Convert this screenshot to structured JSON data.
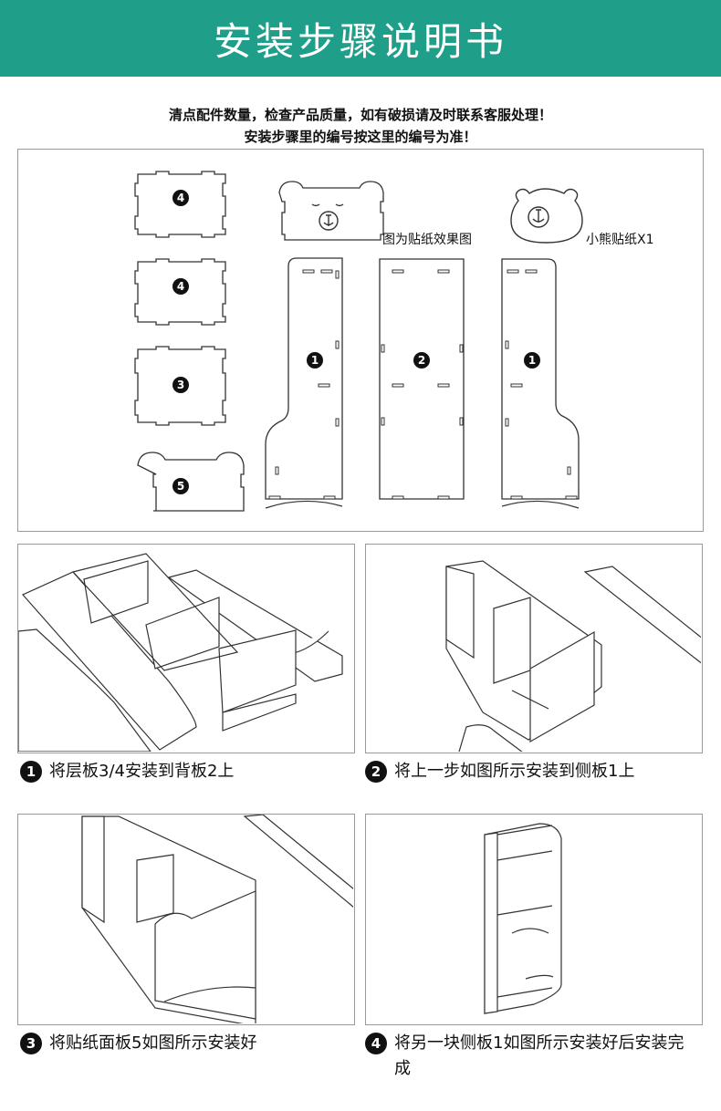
{
  "header": {
    "title": "安装步骤说明书"
  },
  "notice": {
    "line1": "清点配件数量，检查产品质量，如有破损请及时联系客服处理！",
    "line2": "安装步骤里的编号按这里的编号为准！"
  },
  "parts": {
    "panel_numbers": [
      "4",
      "4",
      "3",
      "5",
      "1",
      "2",
      "1"
    ],
    "sticker_effect_label": "图为贴纸效果图",
    "bear_sticker_label": "小熊贴纸X1"
  },
  "steps": [
    {
      "num": "1",
      "text": "将层板3/4安装到背板2上"
    },
    {
      "num": "2",
      "text": "将上一步如图所示安装到侧板1上"
    },
    {
      "num": "3",
      "text": "将贴纸面板5如图所示安装好"
    },
    {
      "num": "4",
      "text": "将另一块侧板1如图所示安装好后安装完成"
    }
  ],
  "colors": {
    "banner": "#1f9f8a",
    "line": "#333333",
    "frame": "#9a9a9a"
  }
}
